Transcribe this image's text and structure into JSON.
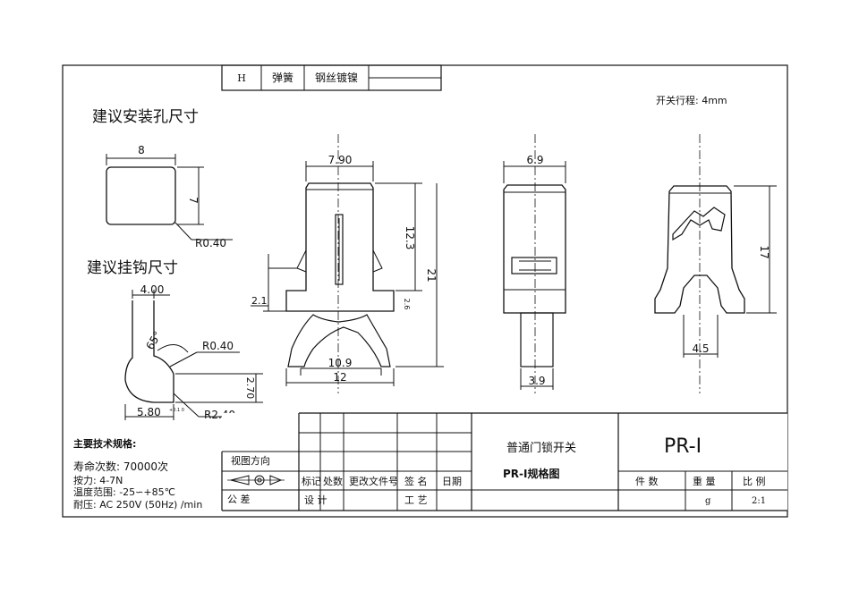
{
  "parts_table": {
    "code": "H",
    "name": "弹簧",
    "material": "钢丝镀镍"
  },
  "travel_note": "开关行程: 4mm",
  "mount_hole": {
    "title": "建议安装孔尺寸",
    "width": "8",
    "height": "7",
    "radius": "R0.40"
  },
  "hook": {
    "title": "建议挂钩尺寸",
    "top_width": "4.00",
    "angle": "65°",
    "r1": "R0.40",
    "height": "2.70",
    "bottom_width": "5.80",
    "bottom_tol": "+0.1\n0",
    "r2": "R2.40"
  },
  "front_view": {
    "top_width": "7.90",
    "height_upper": "12.3",
    "height_total": "21",
    "left_step": "2.1",
    "small_dim": "2.6",
    "lower_width": "10.9",
    "base_width": "12"
  },
  "side_view": {
    "top_width": "6.9",
    "pin_width": "3.9"
  },
  "right_view": {
    "height": "17",
    "width": "4.5"
  },
  "specs": {
    "heading": "主要技术规格:",
    "life": "寿命次数: 70000次",
    "force": "按力: 4-7N",
    "temp": "温度范围: -25∽+85℃",
    "voltage": "耐压: AC 250V (50Hz) /min"
  },
  "title_block": {
    "view_direction": "视图方向",
    "tolerance": "公    差",
    "mark": "标记",
    "count": "处数",
    "change_doc": "更改文件号",
    "signature": "签  名",
    "date": "日期",
    "design": "设  计",
    "process": "工  艺",
    "product_name": "普通门锁开关",
    "drawing_name": "PR-Ⅰ规格图",
    "part_no": "PR-Ⅰ",
    "quantity": "件  数",
    "weight": "重  量",
    "scale": "比  例",
    "weight_unit": "g",
    "scale_value": "2:1"
  }
}
